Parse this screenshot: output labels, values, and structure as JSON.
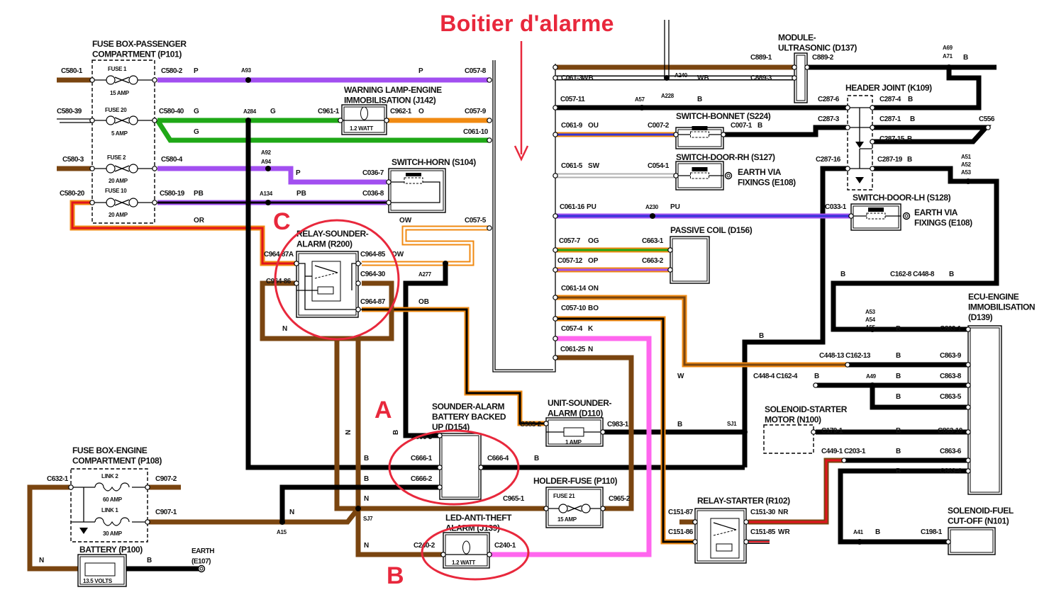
{
  "title": "Boitier d'alarme",
  "markers": {
    "a": "A",
    "b": "B",
    "c": "C"
  },
  "components": {
    "p101": [
      "FUSE BOX-PASSENGER",
      "COMPARTMENT (P101)"
    ],
    "j142": [
      "WARNING LAMP-ENGINE",
      "IMMOBILISATION (J142)"
    ],
    "s104": [
      "SWITCH-HORN (S104)"
    ],
    "r200": [
      "RELAY-SOUNDER-",
      "ALARM (R200)"
    ],
    "d154": [
      "SOUNDER-ALARM",
      "BATTERY BACKED",
      "UP (D154)"
    ],
    "d110": [
      "UNIT-SOUNDER-",
      "ALARM (D110)"
    ],
    "p110": [
      "HOLDER-FUSE (P110)"
    ],
    "j139": [
      "LED-ANTI-THEFT",
      "ALARM (J139)"
    ],
    "p108": [
      "FUSE BOX-ENGINE",
      "COMPARTMENT (P108)"
    ],
    "p100": [
      "BATTERY (P100)"
    ],
    "e107": [
      "EARTH",
      "(E107)"
    ],
    "d137": [
      "MODULE-",
      "ULTRASONIC (D137)"
    ],
    "k109": [
      "HEADER JOINT (K109)"
    ],
    "s224": [
      "SWITCH-BONNET (S224)"
    ],
    "s127": [
      "SWITCH-DOOR-RH (S127)"
    ],
    "e108a": [
      "EARTH VIA",
      "FIXINGS (E108)"
    ],
    "s128": [
      "SWITCH-DOOR-LH (S128)"
    ],
    "e108b": [
      "EARTH VIA",
      "FIXINGS (E108)"
    ],
    "d156": [
      "PASSIVE COIL (D156)"
    ],
    "d139": [
      "ECU-ENGINE",
      "IMMOBILISATION",
      "(D139)"
    ],
    "n100": [
      "SOLENOID-STARTER",
      "MOTOR (N100)"
    ],
    "r102": [
      "RELAY-STARTER (R102)"
    ],
    "n101": [
      "SOLENOID-FUEL",
      "CUT-OFF (N101)"
    ]
  },
  "ratings": [
    "FUSE 1",
    "15 AMP",
    "FUSE 20",
    "5 AMP",
    "FUSE 2",
    "20 AMP",
    "FUSE 10",
    "20 AMP",
    "1.2 WATT",
    "LINK 2",
    "60 AMP",
    "LINK 1",
    "30 AMP",
    "13.5 VOLTS",
    "1 AMP",
    "FUSE 21",
    "15 AMP",
    "1.2 WATT"
  ],
  "connectors": [
    "C580-1",
    "C580-39",
    "C580-3",
    "C580-20",
    "C580-2",
    "C580-40",
    "C580-4",
    "C580-19",
    "C057-8",
    "C961-1",
    "C962-1",
    "C057-9",
    "C061-10",
    "C036-7",
    "C036-8",
    "C057-5",
    "C964-87A",
    "C964-85",
    "C964-30",
    "C964-86",
    "C964-87",
    "C666-3",
    "C666-1",
    "C666-2",
    "C666-4",
    "C983-2",
    "C983-1",
    "C965-1",
    "C965-2",
    "C240-2",
    "C240-1",
    "C632-1",
    "C907-2",
    "C907-1",
    "C061-3",
    "C889-1",
    "C889-3",
    "C889-2",
    "C057-11",
    "C061-9",
    "C007-2",
    "C007-1",
    "C287-6",
    "C287-4",
    "C287-3",
    "C287-1",
    "C556",
    "C287-15",
    "C287-16",
    "C287-19",
    "C061-5",
    "C054-1",
    "C061-16",
    "C033-1",
    "C057-7",
    "C663-1",
    "C057-12",
    "C663-2",
    "C061-14",
    "C057-10",
    "C057-4",
    "C061-25",
    "C162-8 C448-8",
    "C863-1",
    "C448-13 C162-13",
    "C863-9",
    "C448-4 C162-4",
    "C863-8",
    "C863-5",
    "C179-1",
    "C863-10",
    "C449-1 C203-1",
    "C863-6",
    "C863-4",
    "C151-87",
    "C151-86",
    "C151-30",
    "C151-85",
    "C198-1"
  ],
  "splices": [
    "A93",
    "A284",
    "A92",
    "A94",
    "A134",
    "A277",
    "A15",
    "SJ7",
    "A240",
    "A228",
    "A57",
    "A69",
    "A71",
    "A230",
    "A51",
    "A52",
    "A53",
    "A53",
    "A54",
    "A55",
    "A49",
    "SJ1",
    "A41"
  ],
  "wire_codes": [
    "P",
    "P",
    "G",
    "G",
    "G",
    "O",
    "P",
    "PB",
    "PB",
    "OR",
    "OW",
    "OW",
    "OB",
    "N",
    "N",
    "B",
    "B",
    "B",
    "N",
    "N",
    "N",
    "N",
    "B",
    "B",
    "B",
    "WB",
    "WB",
    "B",
    "OU",
    "B",
    "B",
    "B",
    "B",
    "B",
    "B",
    "SW",
    "PU",
    "PU",
    "OG",
    "OP",
    "ON",
    "BO",
    "K",
    "N",
    "B",
    "W",
    "B",
    "B",
    "B",
    "B",
    "B",
    "B",
    "B",
    "B",
    "B",
    "B",
    "B",
    "NR",
    "WR"
  ],
  "wire_colors": {
    "N": "#7a4510",
    "P": "#a24ff0",
    "G": "#1fa817",
    "O": "#f08a12",
    "B": "#000000",
    "K": "#ff66ee",
    "R": "#e0141e",
    "U": "#3434d8",
    "W": "#ffffff",
    "S": "#b0b0b0"
  },
  "annotation_color": "#e8283c"
}
